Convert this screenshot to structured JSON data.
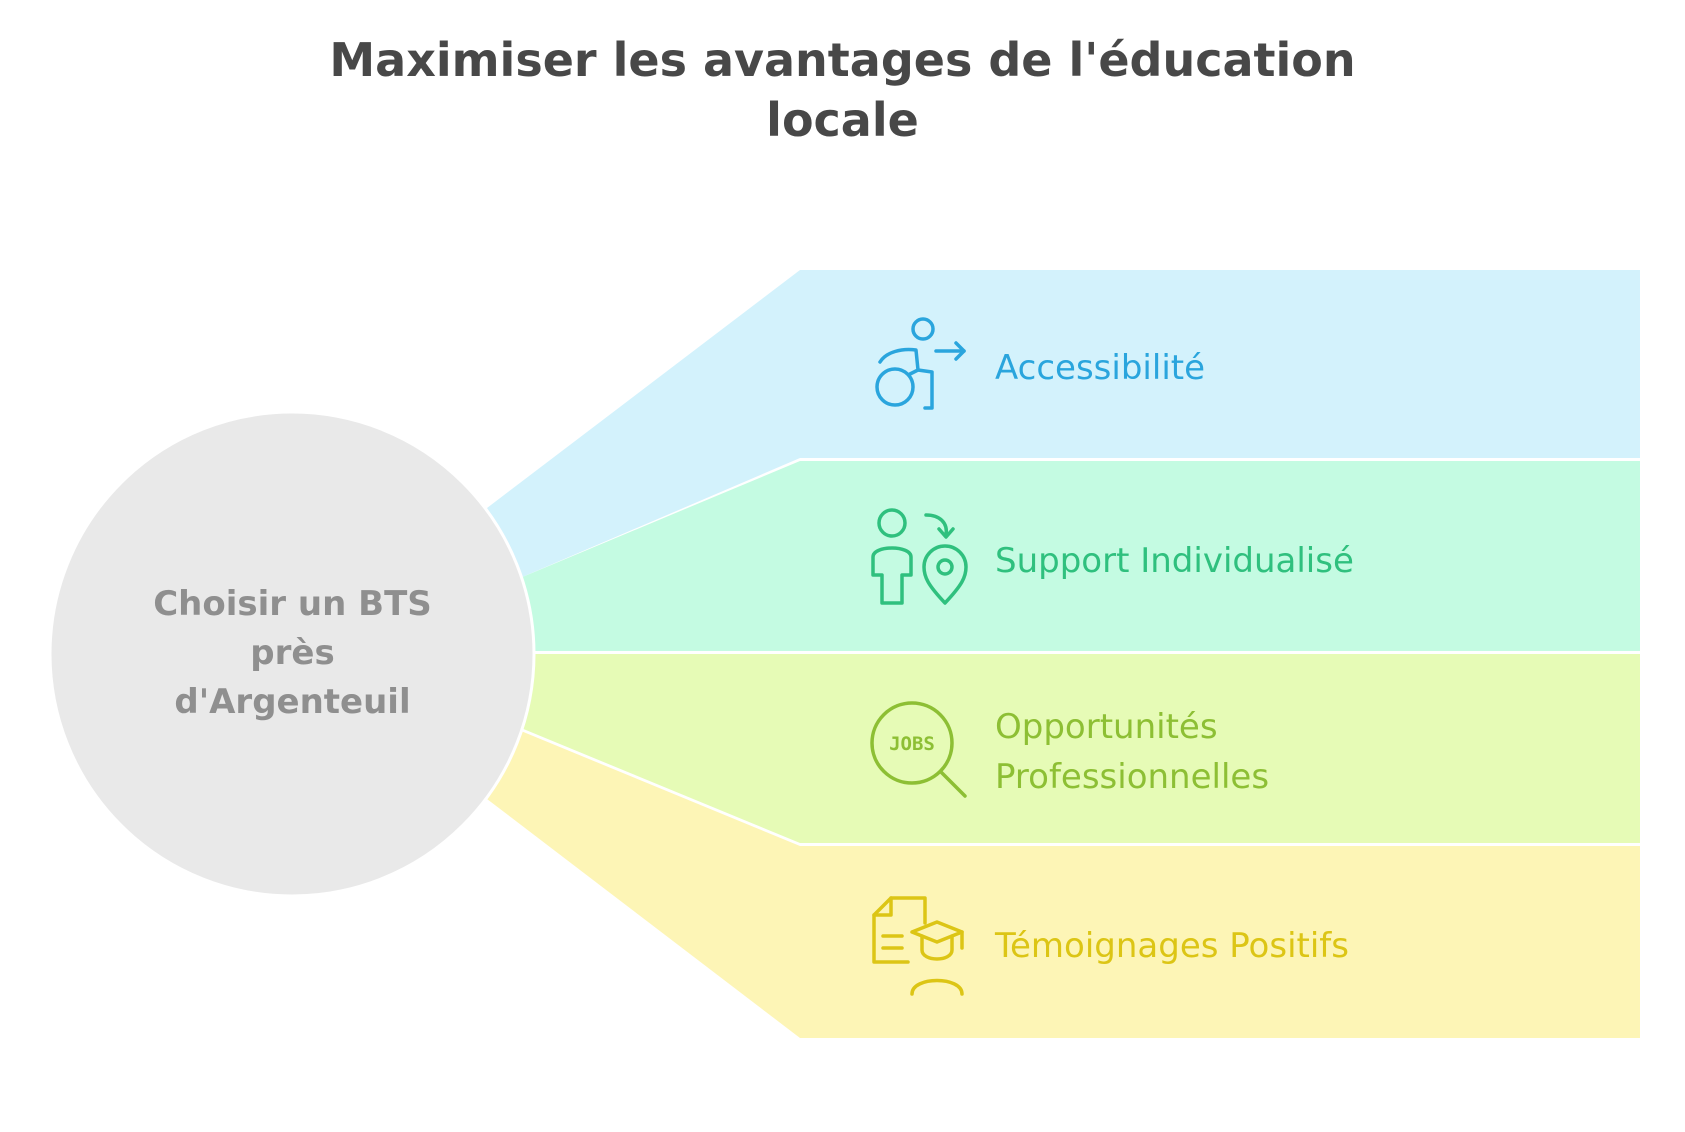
{
  "title": {
    "line1": "Maximiser les avantages de l'éducation",
    "line2": "locale"
  },
  "center": {
    "line1": "Choisir un BTS",
    "line2": "près",
    "line3": "d'Argenteuil"
  },
  "items": [
    {
      "label_line1": "Accessibilité",
      "icon": "wheelchair-accessibility-icon",
      "band_color": "#d3f2fc",
      "text_color": "#2aa5dd"
    },
    {
      "label_line1": "Support Individualisé",
      "icon": "person-location-icon",
      "band_color": "#c4fbe2",
      "text_color": "#2fc07e"
    },
    {
      "label_line1": "Opportunités",
      "label_line2": "Professionnelles",
      "icon": "jobs-search-icon",
      "band_color": "#e6fbb6",
      "text_color": "#8dbf34"
    },
    {
      "label_line1": "Témoignages Positifs",
      "icon": "graduate-document-icon",
      "band_color": "#fdf5b6",
      "text_color": "#dcc515"
    }
  ],
  "circle_color": "#e9e9e9"
}
